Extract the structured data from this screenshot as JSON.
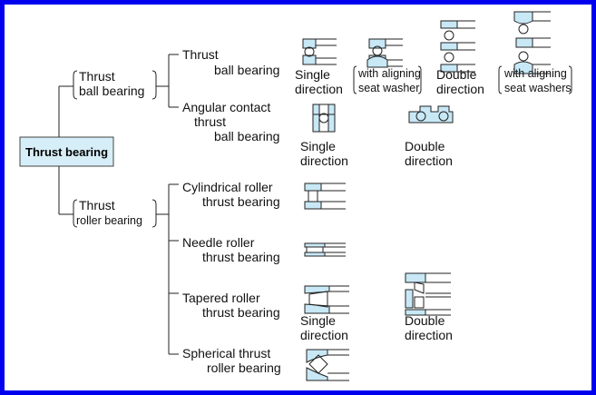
{
  "root": {
    "label": "Thrust bearing",
    "fill_color": "#d6eef8"
  },
  "groups": {
    "ball": {
      "label_lines": [
        "Thrust",
        "ball bearing"
      ]
    },
    "roller": {
      "label_lines": [
        "Thrust",
        "roller bearing"
      ]
    }
  },
  "types": {
    "thrust_ball": {
      "label_lines": [
        "Thrust",
        "ball bearing"
      ],
      "variants": [
        {
          "lines": [
            "Single",
            "direction"
          ]
        },
        {
          "lines": [
            "with aligning",
            "seat washer"
          ]
        },
        {
          "lines": [
            "Double",
            "direction"
          ]
        },
        {
          "lines": [
            "with aligning",
            "seat washers"
          ]
        }
      ]
    },
    "angular_contact": {
      "label_lines": [
        "Angular contact",
        "thrust",
        "ball bearing"
      ],
      "variants": [
        {
          "lines": [
            "Single",
            "direction"
          ]
        },
        {
          "lines": [
            "Double",
            "direction"
          ]
        }
      ]
    },
    "cylindrical": {
      "label_lines": [
        "Cylindrical roller",
        "thrust bearing"
      ]
    },
    "needle": {
      "label_lines": [
        "Needle roller",
        "thrust bearing"
      ]
    },
    "tapered": {
      "label_lines": [
        "Tapered roller",
        "thrust bearing"
      ],
      "variants": [
        {
          "lines": [
            "Single",
            "direction"
          ]
        },
        {
          "lines": [
            "Double",
            "direction"
          ]
        }
      ]
    },
    "spherical": {
      "label_lines": [
        "Spherical thrust",
        "roller bearing"
      ]
    }
  },
  "colors": {
    "frame": "#0000ee",
    "washer_fill": "#c8e8f6",
    "line": "#222222"
  }
}
